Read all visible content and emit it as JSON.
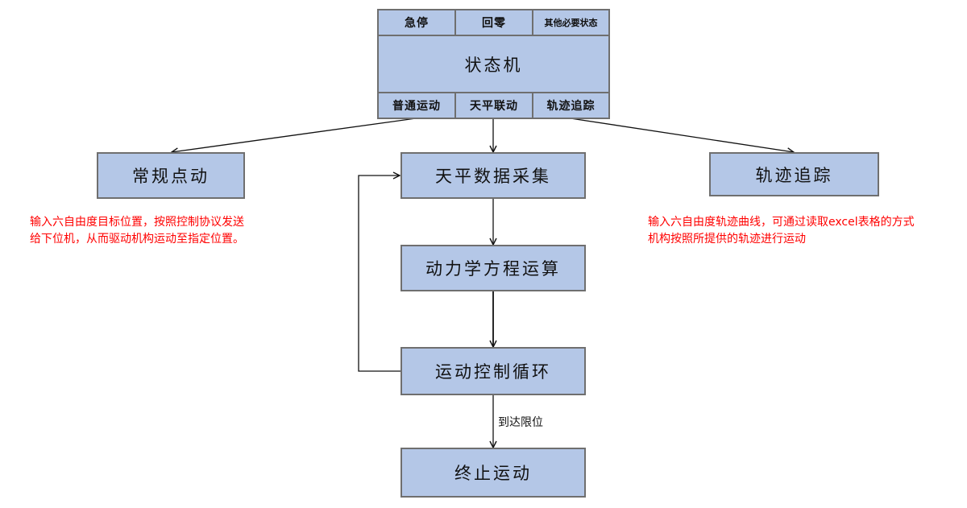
{
  "state_machine": {
    "title": "状态机",
    "top_cells": [
      "急停",
      "回零",
      "其他必要状态"
    ],
    "bottom_cells": [
      "普通运动",
      "天平联动",
      "轨迹追踪"
    ]
  },
  "nodes": {
    "jog": "常规点动",
    "balance_acq": "天平数据采集",
    "dynamics": "动力学方程运算",
    "motion_loop": "运动控制循环",
    "stop": "终止运动",
    "trajectory": "轨迹追踪"
  },
  "edge_labels": {
    "limit_reached": "到达限位"
  },
  "notes": {
    "jog": [
      "输入六自由度目标位置，按照控制协议发送",
      "给下位机，从而驱动机构运动至指定位置。"
    ],
    "trajectory": [
      "输入六自由度轨迹曲线，可通过读取excel表格的方式",
      "机构按照所提供的轨迹进行运动"
    ]
  },
  "colors": {
    "box_fill": "#b4c7e7",
    "box_border": "#6f6f6f",
    "note_text": "#ff0000"
  }
}
